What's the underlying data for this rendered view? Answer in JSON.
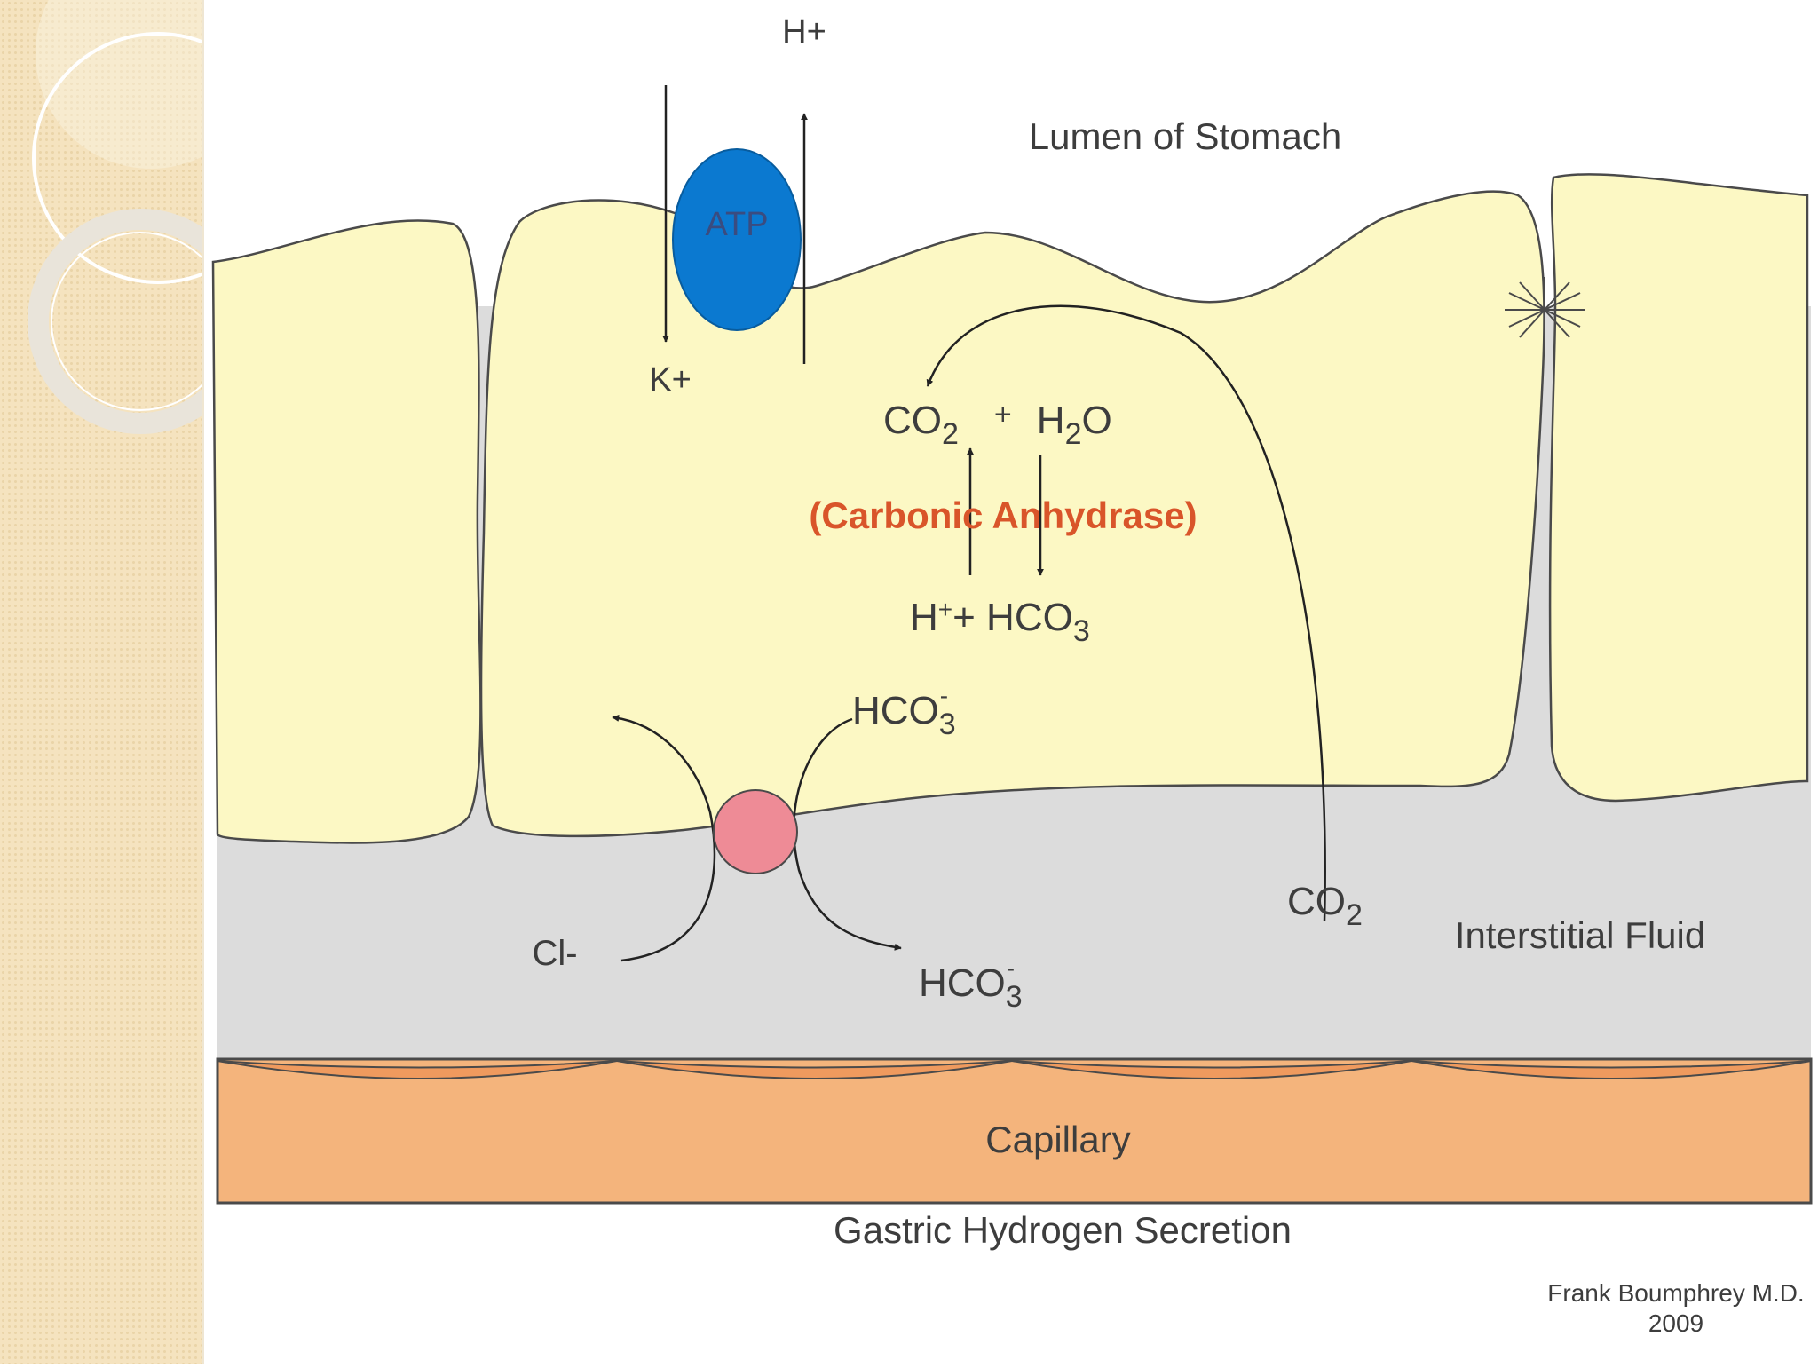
{
  "diagram": {
    "labels": {
      "h_plus_top": "H+",
      "lumen": "Lumen of Stomach",
      "atp": "ATP",
      "k_plus": "K+",
      "co2_cell": "CO",
      "co2_cell_sub": "2",
      "plus_sign": "+",
      "h2o_h": "H",
      "h2o_sub": "2",
      "h2o_o": "O",
      "enzyme": "(Carbonic Anhydrase)",
      "h_plus_hco3_h": "H",
      "h_plus_hco3_sup": "+",
      "h_plus_hco3_rest": "+ HCO",
      "h_plus_hco3_sub": "3",
      "hco3_cell": "HCO",
      "hco3_cell_sub": "3",
      "hco3_cell_sup": "-",
      "co2_interstitial": "CO",
      "co2_interstitial_sub": "2",
      "interstitial": "Interstitial Fluid",
      "cl_minus": "Cl-",
      "hco3_out": "HCO",
      "hco3_out_sub": "3",
      "hco3_out_sup": "-",
      "capillary": "Capillary",
      "title": "Gastric Hydrogen Secretion",
      "credit_name": "Frank Boumphrey M.D.",
      "credit_year": "2009"
    },
    "colors": {
      "cell": "#fcf8c4",
      "interstitial": "#dcdcdc",
      "capillary": "#f4b47c",
      "pump": "#0b79d0",
      "exchanger": "#ee8b96",
      "enzyme_text": "#d9552a",
      "outline": "#4a4a4a",
      "sidebar": "#f5e3bf"
    }
  }
}
